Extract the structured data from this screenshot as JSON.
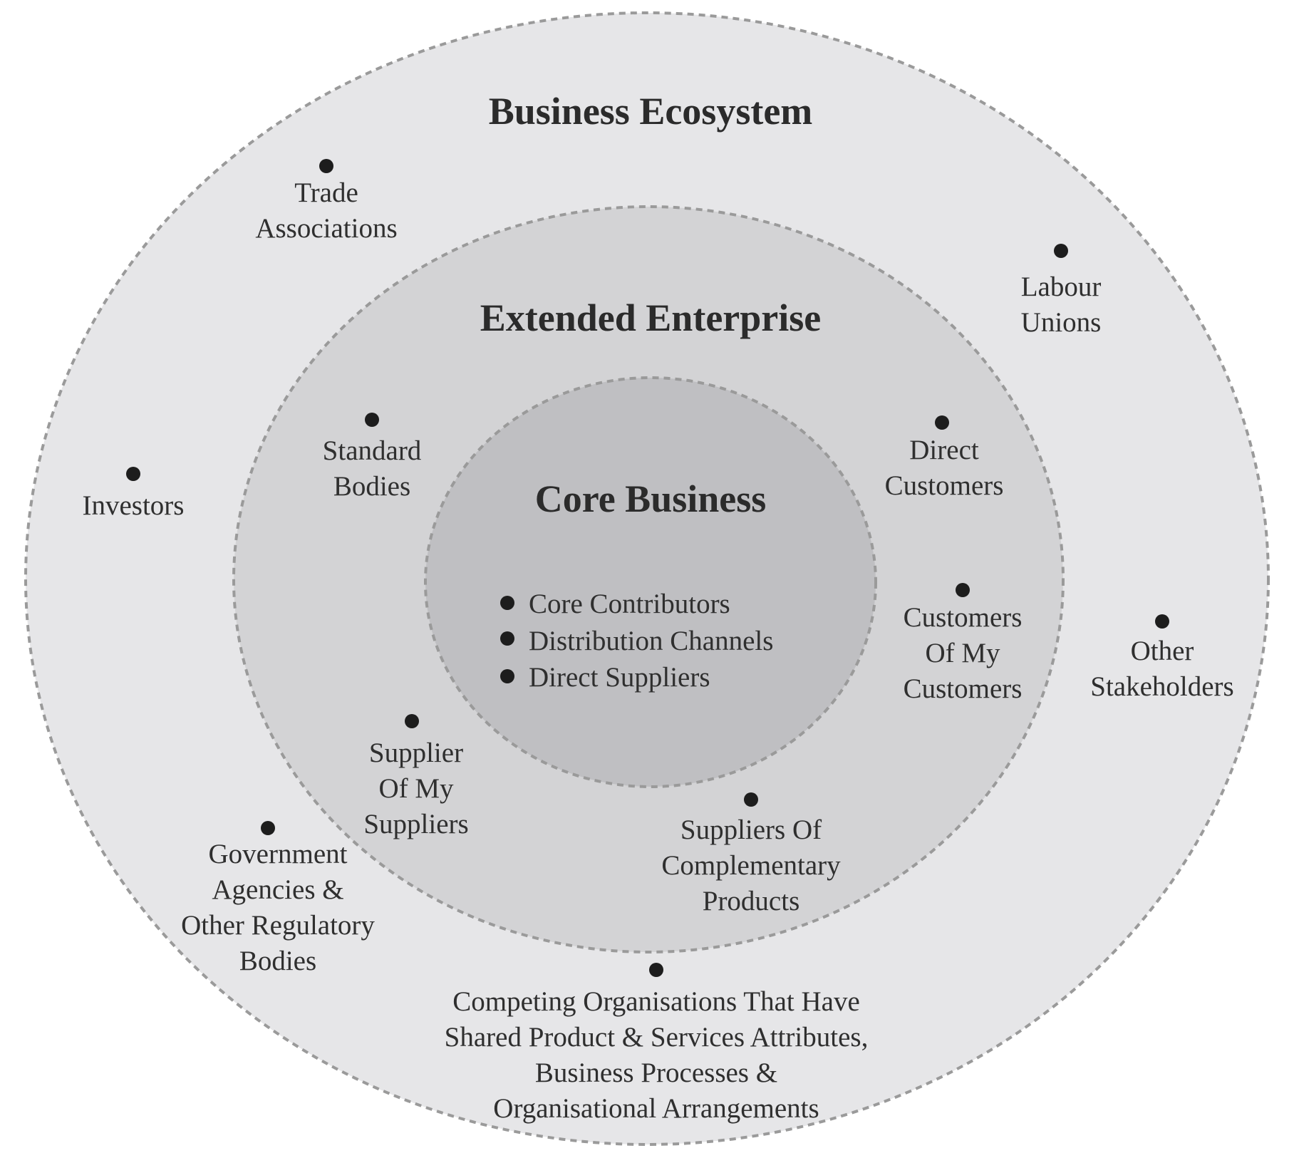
{
  "layers": {
    "outer": {
      "title": "Business Ecosystem",
      "fill": "#e6e6e8"
    },
    "middle": {
      "title": "Extended Enterprise",
      "fill": "#d3d3d5"
    },
    "inner": {
      "title": "Core Business",
      "fill": "#bfbfc2"
    }
  },
  "core_items": [
    "Core Contributors",
    "Distribution Channels",
    "Direct Suppliers"
  ],
  "stakeholders": {
    "trade_associations": [
      "Trade",
      "Associations"
    ],
    "labour_unions": [
      "Labour",
      "Unions"
    ],
    "investors": [
      "Investors"
    ],
    "other_stakeholders": [
      "Other",
      "Stakeholders"
    ],
    "government_agencies": [
      "Government",
      "Agencies &",
      "Other Regulatory",
      "Bodies"
    ],
    "competing_organisations": [
      "Competing Organisations That Have",
      "Shared Product & Services Attributes,",
      "Business Processes &",
      "Organisational Arrangements"
    ],
    "standard_bodies": [
      "Standard",
      "Bodies"
    ],
    "direct_customers": [
      "Direct",
      "Customers"
    ],
    "customers_of_my_customers": [
      "Customers",
      "Of My",
      "Customers"
    ],
    "supplier_of_my_suppliers": [
      "Supplier",
      "Of My",
      "Suppliers"
    ],
    "suppliers_of_complementary_products": [
      "Suppliers Of",
      "Complementary",
      "Products"
    ]
  }
}
